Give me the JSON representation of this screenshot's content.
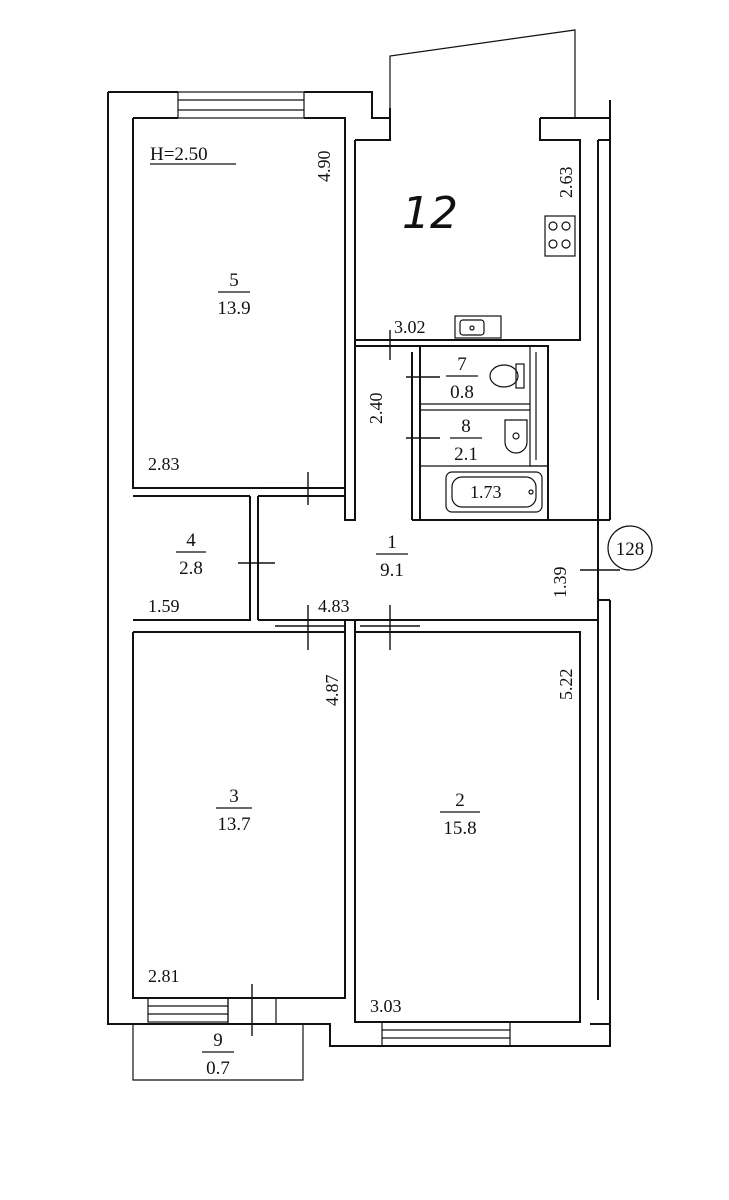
{
  "height_note": "H=2.50",
  "big_label": "12",
  "room_badge": "128",
  "rooms": [
    {
      "num": "1",
      "area": "9.1"
    },
    {
      "num": "2",
      "area": "15.8"
    },
    {
      "num": "3",
      "area": "13.7"
    },
    {
      "num": "4",
      "area": "2.8"
    },
    {
      "num": "5",
      "area": "13.9"
    },
    {
      "num": "7",
      "area": "0.8"
    },
    {
      "num": "8",
      "area": "2.1"
    },
    {
      "num": "9",
      "area": "0.7"
    }
  ],
  "dimensions": {
    "d490": "4.90",
    "d263": "2.63",
    "d302": "3.02",
    "d240": "2.40",
    "d283": "2.83",
    "d173": "1.73",
    "d159": "1.59",
    "d483": "4.83",
    "d139": "1.39",
    "d487": "4.87",
    "d522": "5.22",
    "d281": "2.81",
    "d303": "3.03"
  }
}
